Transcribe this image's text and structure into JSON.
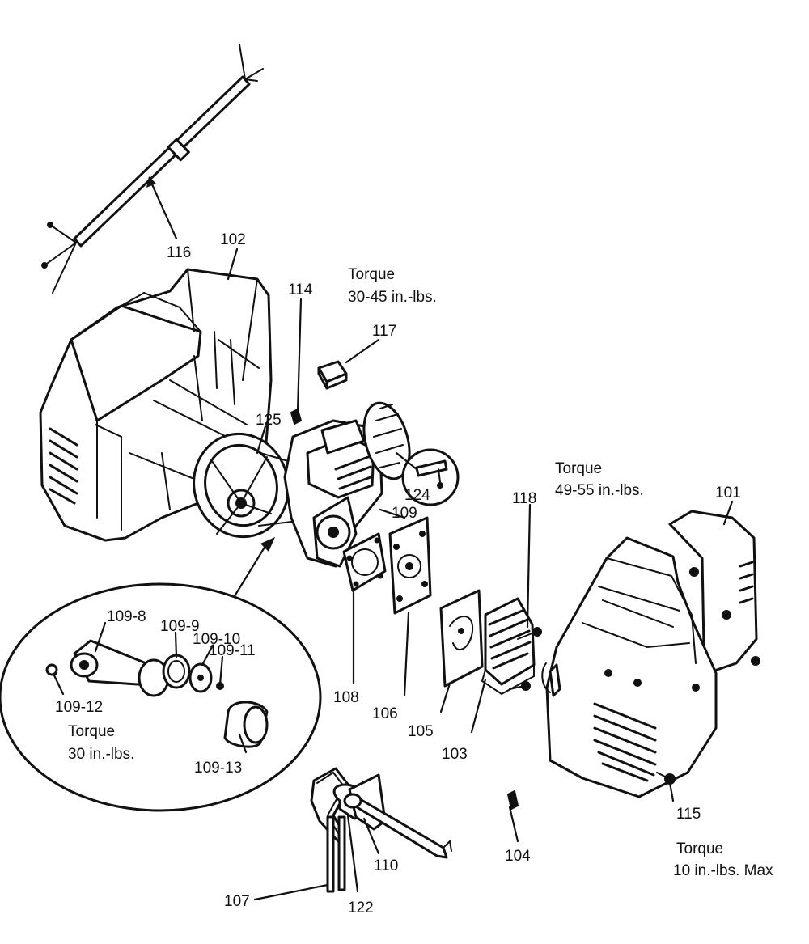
{
  "part_labels": {
    "p101": "101",
    "p102": "102",
    "p103": "103",
    "p104": "104",
    "p105": "105",
    "p106": "106",
    "p107": "107",
    "p108": "108",
    "p109": "109",
    "p109_8": "109-8",
    "p109_9": "109-9",
    "p109_10": "109-10",
    "p109_11": "109-11",
    "p109_12": "109-12",
    "p109_13": "109-13",
    "p110": "110",
    "p114": "114",
    "p115": "115",
    "p116": "116",
    "p117": "117",
    "p118": "118",
    "p122": "122",
    "p124": "124",
    "p125": "125"
  },
  "torque_notes": {
    "n30_45": [
      "Torque",
      "30-45 in.-lbs."
    ],
    "n49_55": [
      "Torque",
      "49-55 in.-lbs."
    ],
    "n30": [
      "Torque",
      "30 in.-lbs."
    ],
    "n10max": [
      "Torque",
      "10 in.-lbs. Max"
    ]
  }
}
